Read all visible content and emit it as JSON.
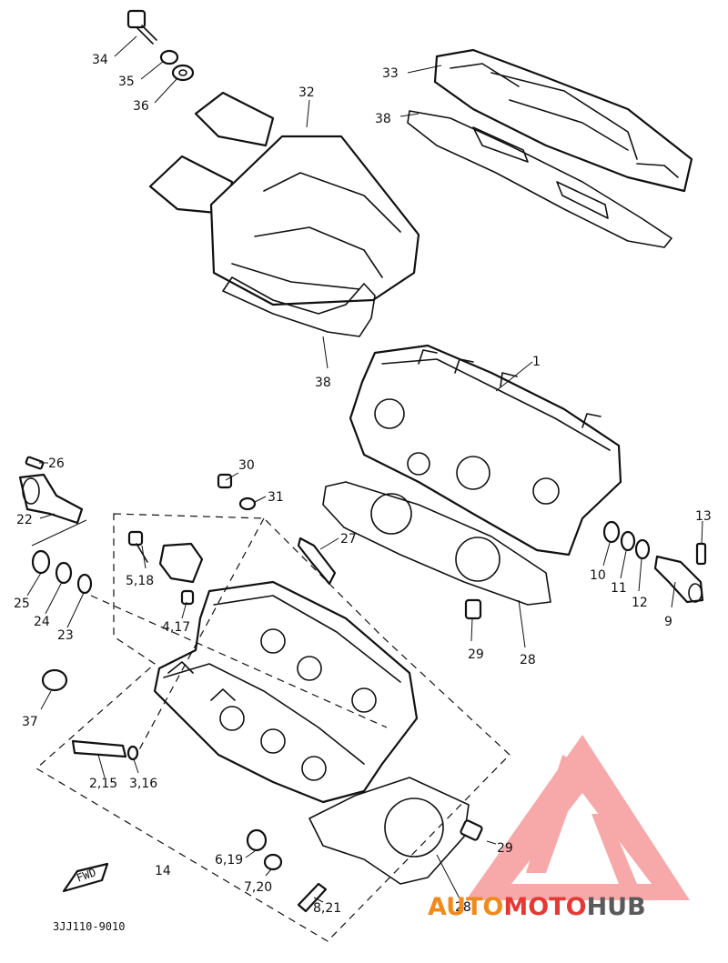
{
  "diagram": {
    "code": "3JJ110-9010",
    "fwd_label": "FWD",
    "labels": {
      "l1": "1",
      "l2": "2,15",
      "l3": "3,16",
      "l4": "4,17",
      "l5": "5,18",
      "l6": "6,19",
      "l7": "7,20",
      "l8": "8,21",
      "l9": "9",
      "l10": "10",
      "l11": "11",
      "l12": "12",
      "l13": "13",
      "l14": "14",
      "l22": "22",
      "l23": "23",
      "l24": "24",
      "l25": "25",
      "l26": "26",
      "l27": "27",
      "l28a": "28",
      "l28b": "28",
      "l29a": "29",
      "l29b": "29",
      "l30": "30",
      "l31": "31",
      "l32": "32",
      "l33": "33",
      "l34": "34",
      "l35": "35",
      "l36": "36",
      "l37": "37",
      "l38a": "38",
      "l38b": "38"
    }
  },
  "watermark": {
    "auto": "AUTO",
    "moto": "MOTO",
    "hub": "HUB",
    "colors": {
      "auto": "#f08a1e",
      "moto": "#e53935",
      "hub": "#5a5a5a",
      "triangle": "#f7a0a0"
    }
  }
}
